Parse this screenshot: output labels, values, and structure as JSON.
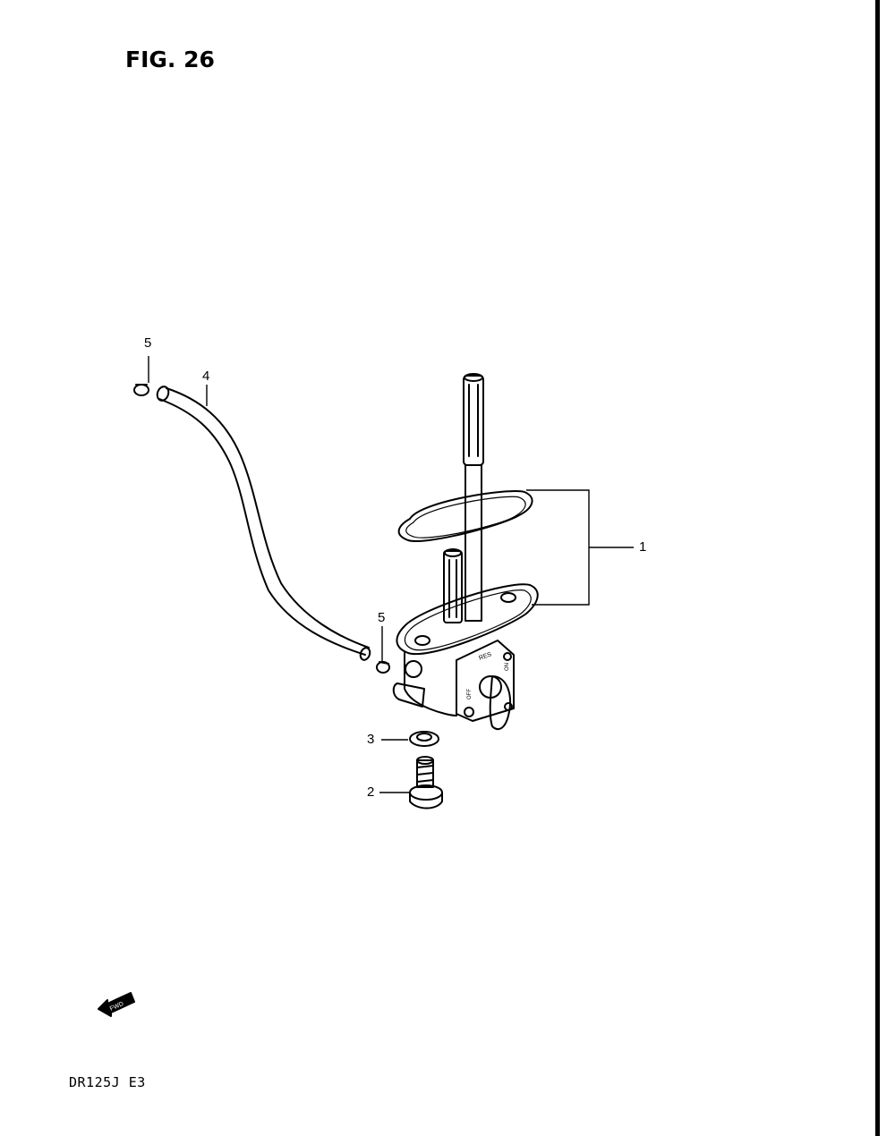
{
  "figure": {
    "title": "FIG. 26"
  },
  "footer": {
    "model": "DR125J  E3"
  },
  "fwd_marker": {
    "label": "FWD",
    "icon": "fwd-arrow-icon"
  },
  "parts": [
    {
      "id": "fuel-cock-assembly",
      "callout": "1"
    },
    {
      "id": "screw",
      "callout": "2"
    },
    {
      "id": "washer",
      "callout": "3"
    },
    {
      "id": "fuel-hose",
      "callout": "4"
    },
    {
      "id": "hose-clip-upper",
      "callout": "5"
    },
    {
      "id": "hose-clip-lower",
      "callout": "5"
    }
  ],
  "valve_markings": {
    "res": "RES",
    "on": "ON",
    "off": "OFF"
  }
}
